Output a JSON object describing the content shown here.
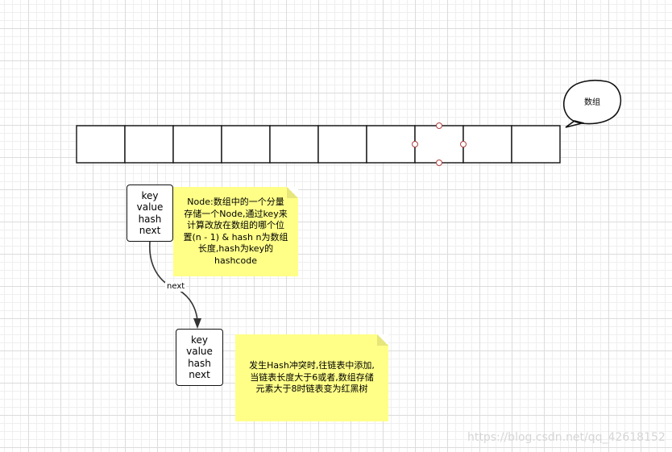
{
  "array": {
    "label": "数组",
    "cell_count": 10,
    "selected_index": 7
  },
  "nodes": [
    {
      "fields": [
        "key",
        "value",
        "hash",
        "next"
      ]
    },
    {
      "fields": [
        "key",
        "value",
        "hash",
        "next"
      ]
    }
  ],
  "edge": {
    "label": "next"
  },
  "notes": [
    {
      "text": "Node:数组中的一个分量\n存储一个Node,通过key来\n计算改放在数组的哪个位\n置(n - 1) & hash n为数组\n长度,hash为key的\nhashcode"
    },
    {
      "text": "发生Hash冲突时,往链表中添加,\n当链表长度大于6或者,数组存储\n元素大于8时链表变为红黑树"
    }
  ],
  "watermark": "https://blog.csdn.net/qq_42618152"
}
